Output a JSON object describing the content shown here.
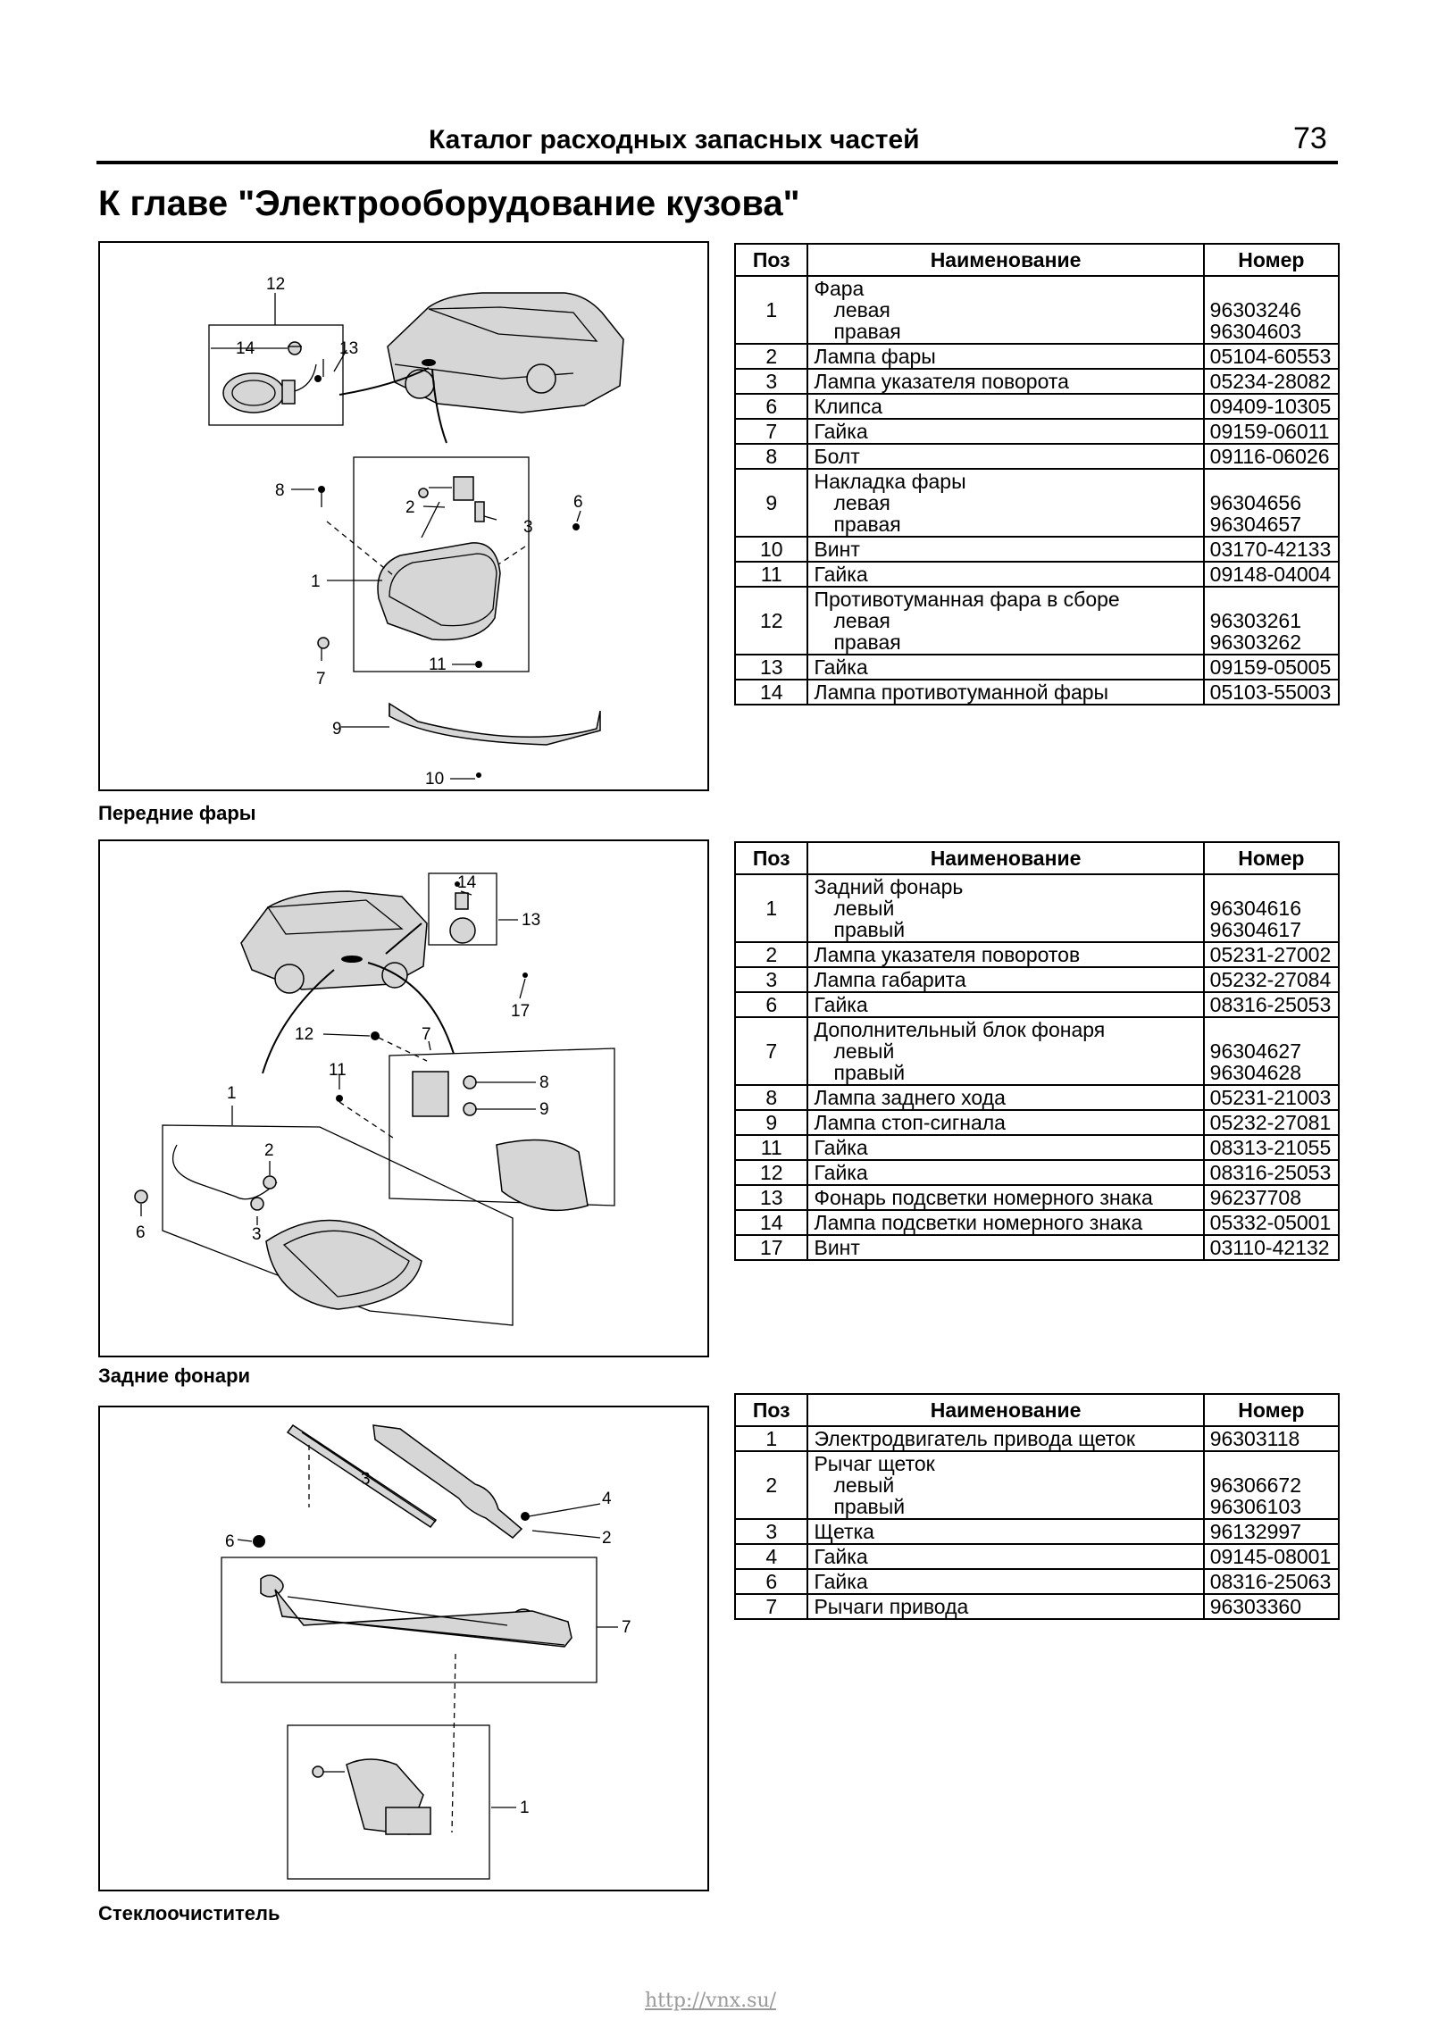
{
  "header": {
    "title": "Каталог расходных запасных частей",
    "page_number": "73"
  },
  "chapter_title": "К главе \"Электрооборудование кузова\"",
  "columns": {
    "pos": "Поз",
    "name": "Наименование",
    "number": "Номер"
  },
  "figures": [
    {
      "caption": "Передние фары",
      "callouts": [
        "12",
        "14",
        "13",
        "8",
        "2",
        "6",
        "3",
        "1",
        "7",
        "11",
        "9",
        "10"
      ]
    },
    {
      "caption": "Задние фонари",
      "callouts": [
        "14",
        "13",
        "17",
        "12",
        "7",
        "11",
        "8",
        "9",
        "1",
        "2",
        "3",
        "6"
      ]
    },
    {
      "caption": "Стеклоочиститель",
      "callouts": [
        "3",
        "4",
        "2",
        "6",
        "7",
        "1"
      ]
    }
  ],
  "tables": [
    {
      "rows": [
        {
          "pos": "1",
          "name": "Фара",
          "subs": [
            "левая",
            "правая"
          ],
          "numbers": [
            "96303246",
            "96304603"
          ]
        },
        {
          "pos": "2",
          "name": "Лампа фары",
          "numbers": [
            "05104-60553"
          ]
        },
        {
          "pos": "3",
          "name": "Лампа указателя поворота",
          "numbers": [
            "05234-28082"
          ]
        },
        {
          "pos": "6",
          "name": "Клипса",
          "numbers": [
            "09409-10305"
          ]
        },
        {
          "pos": "7",
          "name": "Гайка",
          "numbers": [
            "09159-06011"
          ]
        },
        {
          "pos": "8",
          "name": "Болт",
          "numbers": [
            "09116-06026"
          ]
        },
        {
          "pos": "9",
          "name": "Накладка фары",
          "subs": [
            "левая",
            "правая"
          ],
          "numbers": [
            "96304656",
            "96304657"
          ]
        },
        {
          "pos": "10",
          "name": "Винт",
          "numbers": [
            "03170-42133"
          ]
        },
        {
          "pos": "11",
          "name": "Гайка",
          "numbers": [
            "09148-04004"
          ]
        },
        {
          "pos": "12",
          "name": "Противотуманная фара в сборе",
          "subs": [
            "левая",
            "правая"
          ],
          "numbers": [
            "96303261",
            "96303262"
          ]
        },
        {
          "pos": "13",
          "name": "Гайка",
          "numbers": [
            "09159-05005"
          ]
        },
        {
          "pos": "14",
          "name": "Лампа противотуманной фары",
          "numbers": [
            "05103-55003"
          ]
        }
      ]
    },
    {
      "rows": [
        {
          "pos": "1",
          "name": "Задний фонарь",
          "subs": [
            "левый",
            "правый"
          ],
          "numbers": [
            "96304616",
            "96304617"
          ]
        },
        {
          "pos": "2",
          "name": "Лампа указателя поворотов",
          "numbers": [
            "05231-27002"
          ]
        },
        {
          "pos": "3",
          "name": "Лампа габарита",
          "numbers": [
            "05232-27084"
          ]
        },
        {
          "pos": "6",
          "name": "Гайка",
          "numbers": [
            "08316-25053"
          ]
        },
        {
          "pos": "7",
          "name": "Дополнительный блок фонаря",
          "subs": [
            "левый",
            "правый"
          ],
          "numbers": [
            "96304627",
            "96304628"
          ]
        },
        {
          "pos": "8",
          "name": "Лампа заднего хода",
          "numbers": [
            "05231-21003"
          ]
        },
        {
          "pos": "9",
          "name": "Лампа стоп-сигнала",
          "numbers": [
            "05232-27081"
          ]
        },
        {
          "pos": "11",
          "name": "Гайка",
          "numbers": [
            "08313-21055"
          ]
        },
        {
          "pos": "12",
          "name": "Гайка",
          "numbers": [
            "08316-25053"
          ]
        },
        {
          "pos": "13",
          "name": "Фонарь подсветки номерного знака",
          "numbers": [
            "96237708"
          ]
        },
        {
          "pos": "14",
          "name": "Лампа подсветки номерного знака",
          "numbers": [
            "05332-05001"
          ]
        },
        {
          "pos": "17",
          "name": "Винт",
          "numbers": [
            "03110-42132"
          ]
        }
      ]
    },
    {
      "rows": [
        {
          "pos": "1",
          "name": "Электродвигатель привода щеток",
          "numbers": [
            "96303118"
          ]
        },
        {
          "pos": "2",
          "name": "Рычаг щеток",
          "subs": [
            "левый",
            "правый"
          ],
          "numbers": [
            "96306672",
            "96306103"
          ]
        },
        {
          "pos": "3",
          "name": "Щетка",
          "numbers": [
            "96132997"
          ]
        },
        {
          "pos": "4",
          "name": "Гайка",
          "numbers": [
            "09145-08001"
          ]
        },
        {
          "pos": "6",
          "name": "Гайка",
          "numbers": [
            "08316-25063"
          ]
        },
        {
          "pos": "7",
          "name": "Рычаги привода",
          "numbers": [
            "96303360"
          ]
        }
      ]
    }
  ],
  "footer": {
    "url": "http://vnx.su/"
  }
}
